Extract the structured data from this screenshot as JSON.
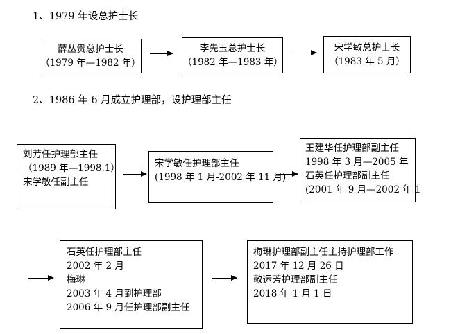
{
  "section1": {
    "heading": "1、1979 年设总护士长",
    "boxes": [
      {
        "lines": [
          "薛丛贵总护士长",
          "（1979 年—1982 年）"
        ]
      },
      {
        "lines": [
          "李先玉总护士长",
          "（1982 年—1983 年）"
        ]
      },
      {
        "lines": [
          "宋学敏总护士长",
          "（1983 年 5 月）"
        ]
      }
    ]
  },
  "section2": {
    "heading": "2、1986 年 6 月成立护理部，设护理部主任",
    "boxes": [
      {
        "lines": [
          "刘芳任护理部主任",
          "（1989 年—1998.1）",
          "宋学敏任副主任"
        ]
      },
      {
        "lines": [
          "宋学敏任护理部主任",
          "(1998 年 1 月-2002 年 11 月)"
        ]
      },
      {
        "lines": [
          "王建华任护理部副主任",
          "1998 年 3 月—2005 年",
          "石英任护理部副主任",
          "(2001 年 9 月—2002 年 1"
        ]
      },
      {
        "lines": [
          "石英任护理部主任",
          "2002 年 2 月",
          "梅琳",
          "2003 年 4 月到护理部",
          "2006 年 9 月任护理部副主任"
        ]
      },
      {
        "lines": [
          "梅琳护理部副主任主持护理部工作",
          "2017 年 12 月 26 日",
          "敬运芳护理部副主任",
          "2018 年 1 月 1 日"
        ]
      }
    ]
  }
}
